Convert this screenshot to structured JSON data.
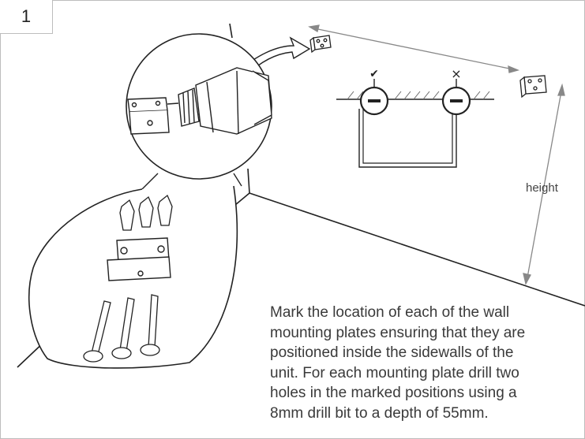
{
  "step_number": "1",
  "height_label": "height",
  "instructions": "Mark the location of each of the wall\nmounting plates ensuring that they are\npositioned inside the sidewalls of  the\nunit. For each mounting plate drill two\nholes in the marked positions using a\n8mm drill bit to a depth of 55mm.",
  "marks": {
    "correct": "✔",
    "incorrect": "×"
  },
  "colors": {
    "line": "#222222",
    "arrow": "#888888",
    "text": "#3a3a3a",
    "border": "#bdbdbd"
  }
}
